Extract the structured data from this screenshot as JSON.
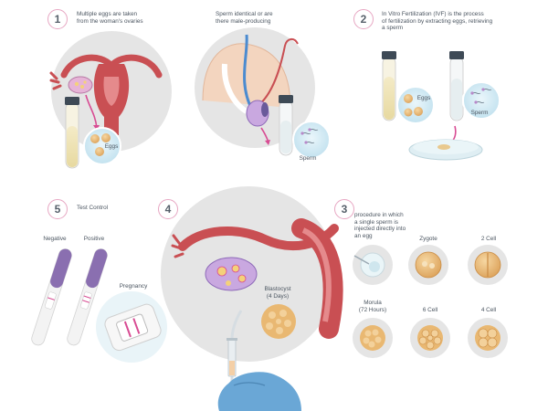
{
  "steps": [
    {
      "number": "1",
      "text_line1": "Multiple eggs are taken",
      "text_line2": "from the woman's ovaries"
    },
    {
      "number": "2",
      "text_line1": "In Vitro Fertilization (IVF) is the process",
      "text_line2": "of fertilization by extracting eggs, retrieving",
      "text_line3": "a sperm"
    },
    {
      "number": "3",
      "text_line1": "procedure in which",
      "text_line2": "a single sperm is",
      "text_line3": "injected directly into",
      "text_line4": "an egg"
    },
    {
      "number": "4"
    },
    {
      "number": "5",
      "text_line1": "Test Control"
    }
  ],
  "male_text": {
    "line1": "Sperm identical or are",
    "line2": "there male-producing"
  },
  "labels": {
    "eggs": "Eggs",
    "sperm": "Sperm",
    "zygote": "Zygote",
    "two_cell": "2 Cell",
    "morula_line1": "Morula",
    "morula_line2": "(72 Hours)",
    "six_cell": "6 Cell",
    "four_cell": "4 Cell",
    "blastocyst_line1": "Blastocyst",
    "blastocyst_line2": "(4 Days)",
    "negative": "Negative",
    "positive": "Positive",
    "pregnancy": "Pregnancy"
  },
  "colors": {
    "badge_border": "#e7a6c2",
    "tissue": "#c94f53",
    "pink_arrow": "#d84c93",
    "glove": "#6aa7d6",
    "test_purple": "#8a6fb0",
    "circle_bg": "#e5e5e5",
    "cell": "#e9b872"
  }
}
